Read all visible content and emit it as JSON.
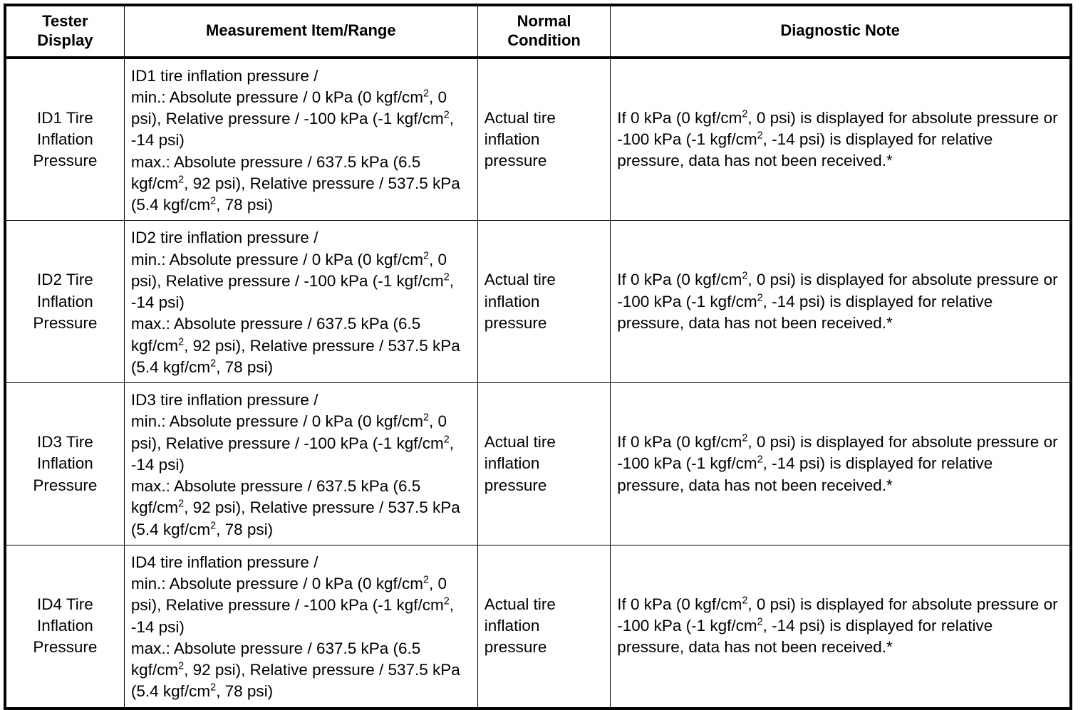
{
  "table": {
    "headers": [
      {
        "id": "tester-display",
        "label": "Tester\nDisplay"
      },
      {
        "id": "measurement-item-range",
        "label": "Measurement Item/Range"
      },
      {
        "id": "normal-condition",
        "label": "Normal\nCondition"
      },
      {
        "id": "diagnostic-note",
        "label": "Diagnostic Note"
      }
    ],
    "rows": [
      {
        "display": "ID1 Tire Inflation Pressure",
        "measurement_lines": [
          "ID1 tire inflation pressure /",
          "min.: Absolute pressure / 0 kPa (0 kgf/cm2, 0 psi), Relative pressure / -100 kPa (-1 kgf/cm2, -14 psi)",
          "max.: Absolute pressure / 637.5 kPa (6.5 kgf/cm2, 92 psi), Relative pressure / 537.5 kPa (5.4 kgf/cm2, 78 psi)"
        ],
        "measurement_plain": "ID1 tire inflation pressure / min.: Absolute pressure / 0 kPa (0 kgf/cm2, 0 psi), Relative pressure / -100 kPa (-1 kgf/cm2, -14 psi) max.: Absolute pressure / 637.5 kPa (6.5 kgf/cm2, 92 psi), Relative pressure / 537.5 kPa (5.4 kgf/cm2, 78 psi)",
        "normal": "Actual tire inflation pressure",
        "note": "If 0 kPa (0 kgf/cm2, 0 psi) is displayed for absolute pressure or -100 kPa (-1 kgf/cm2, -14 psi) is displayed for relative pressure, data has not been received.*"
      },
      {
        "display": "ID2 Tire Inflation Pressure",
        "measurement_lines": [
          "ID2 tire inflation pressure /",
          "min.: Absolute pressure / 0 kPa (0 kgf/cm2, 0 psi), Relative pressure / -100 kPa (-1 kgf/cm2, -14 psi)",
          "max.: Absolute pressure / 637.5 kPa (6.5 kgf/cm2, 92 psi), Relative pressure / 537.5 kPa (5.4 kgf/cm2, 78 psi)"
        ],
        "measurement_plain": "ID2 tire inflation pressure / min.: Absolute pressure / 0 kPa (0 kgf/cm2, 0 psi), Relative pressure / -100 kPa (-1 kgf/cm2, -14 psi) max.: Absolute pressure / 637.5 kPa (6.5 kgf/cm2, 92 psi), Relative pressure / 537.5 kPa (5.4 kgf/cm2, 78 psi)",
        "normal": "Actual tire inflation pressure",
        "note": "If 0 kPa (0 kgf/cm2, 0 psi) is displayed for absolute pressure or -100 kPa (-1 kgf/cm2, -14 psi) is displayed for relative pressure, data has not been received.*"
      },
      {
        "display": "ID3 Tire Inflation Pressure",
        "measurement_lines": [
          "ID3 tire inflation pressure /",
          "min.: Absolute pressure / 0 kPa (0 kgf/cm2, 0 psi), Relative pressure / -100 kPa (-1 kgf/cm2, -14 psi)",
          "max.: Absolute pressure / 637.5 kPa (6.5 kgf/cm2, 92 psi), Relative pressure / 537.5 kPa (5.4 kgf/cm2, 78 psi)"
        ],
        "measurement_plain": "ID3 tire inflation pressure / min.: Absolute pressure / 0 kPa (0 kgf/cm2, 0 psi), Relative pressure / -100 kPa (-1 kgf/cm2, -14 psi) max.: Absolute pressure / 637.5 kPa (6.5 kgf/cm2, 92 psi), Relative pressure / 537.5 kPa (5.4 kgf/cm2, 78 psi)",
        "normal": "Actual tire inflation pressure",
        "note": "If 0 kPa (0 kgf/cm2, 0 psi) is displayed for absolute pressure or -100 kPa (-1 kgf/cm2, -14 psi) is displayed for relative pressure, data has not been received.*"
      },
      {
        "display": "ID4 Tire Inflation Pressure",
        "measurement_lines": [
          "ID4 tire inflation pressure /",
          "min.: Absolute pressure / 0 kPa (0 kgf/cm2, 0 psi), Relative pressure / -100 kPa (-1 kgf/cm2, -14 psi)",
          "max.: Absolute pressure / 637.5 kPa (6.5 kgf/cm2, 92 psi), Relative pressure / 537.5 kPa (5.4 kgf/cm2, 78 psi)"
        ],
        "measurement_plain": "ID4 tire inflation pressure / min.: Absolute pressure / 0 kPa (0 kgf/cm2, 0 psi), Relative pressure / -100 kPa (-1 kgf/cm2, -14 psi) max.: Absolute pressure / 637.5 kPa (6.5 kgf/cm2, 92 psi), Relative pressure / 537.5 kPa (5.4 kgf/cm2, 78 psi)",
        "normal": "Actual tire inflation pressure",
        "note": "If 0 kPa (0 kgf/cm2, 0 psi) is displayed for absolute pressure or -100 kPa (-1 kgf/cm2, -14 psi) is displayed for relative pressure, data has not been received.*"
      }
    ]
  },
  "colors": {
    "text": "#000000",
    "background": "#ffffff",
    "border": "#000000"
  }
}
